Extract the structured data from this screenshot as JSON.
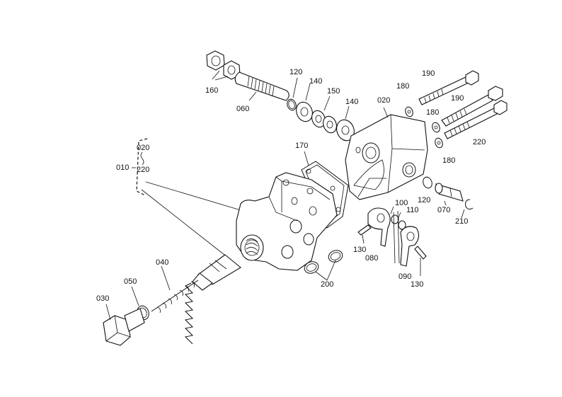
{
  "diagram": {
    "labels": {
      "p010": "010",
      "p020_set": "020",
      "p220_set": "220",
      "p020": "020",
      "p030": "030",
      "p040": "040",
      "p050": "050",
      "p060": "060",
      "p070": "070",
      "p080": "080",
      "p090": "090",
      "p100": "100",
      "p110": "110",
      "p120_top": "120",
      "p120_right": "120",
      "p130_left": "130",
      "p130_right": "130",
      "p140_a": "140",
      "p140_b": "140",
      "p150": "150",
      "p160": "160",
      "p170": "170",
      "p180_a": "180",
      "p180_b": "180",
      "p180_c": "180",
      "p190_a": "190",
      "p190_b": "190",
      "p200": "200",
      "p210": "210",
      "p220": "220"
    }
  }
}
